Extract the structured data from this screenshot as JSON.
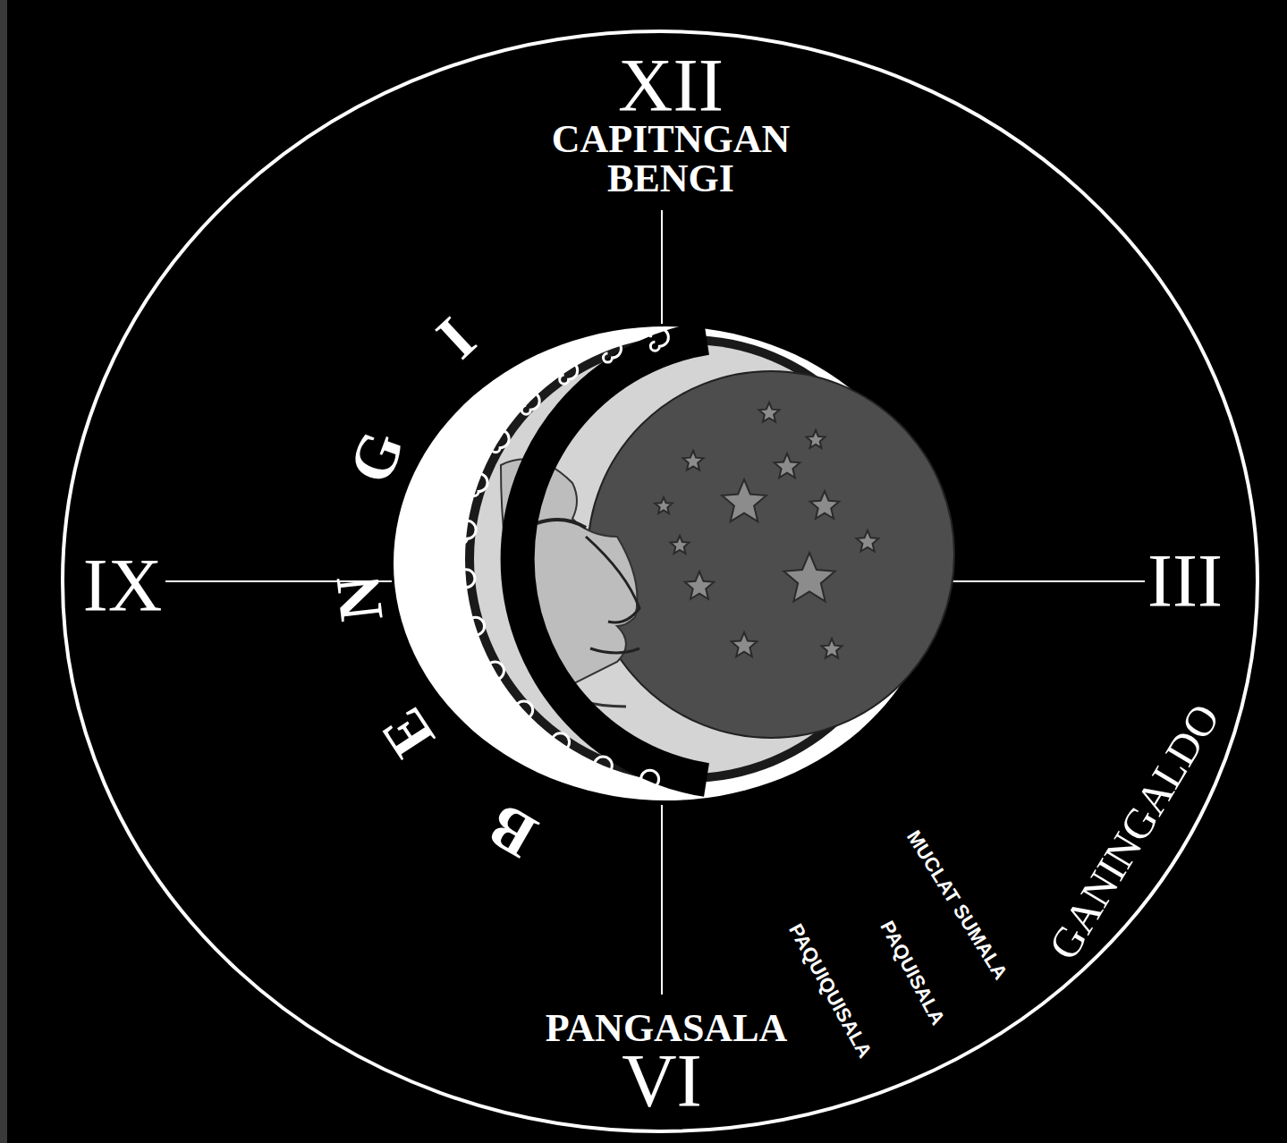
{
  "diagram": {
    "labels": [
      "XII",
      "CAPITNGAN BENGI",
      "III",
      "IX",
      "BENGI",
      "GANINGALDO",
      "MUCLAT SUMALA",
      "PAQUISALA",
      "PAQUIQUISALA",
      "PANGASALA",
      "VI"
    ]
  }
}
